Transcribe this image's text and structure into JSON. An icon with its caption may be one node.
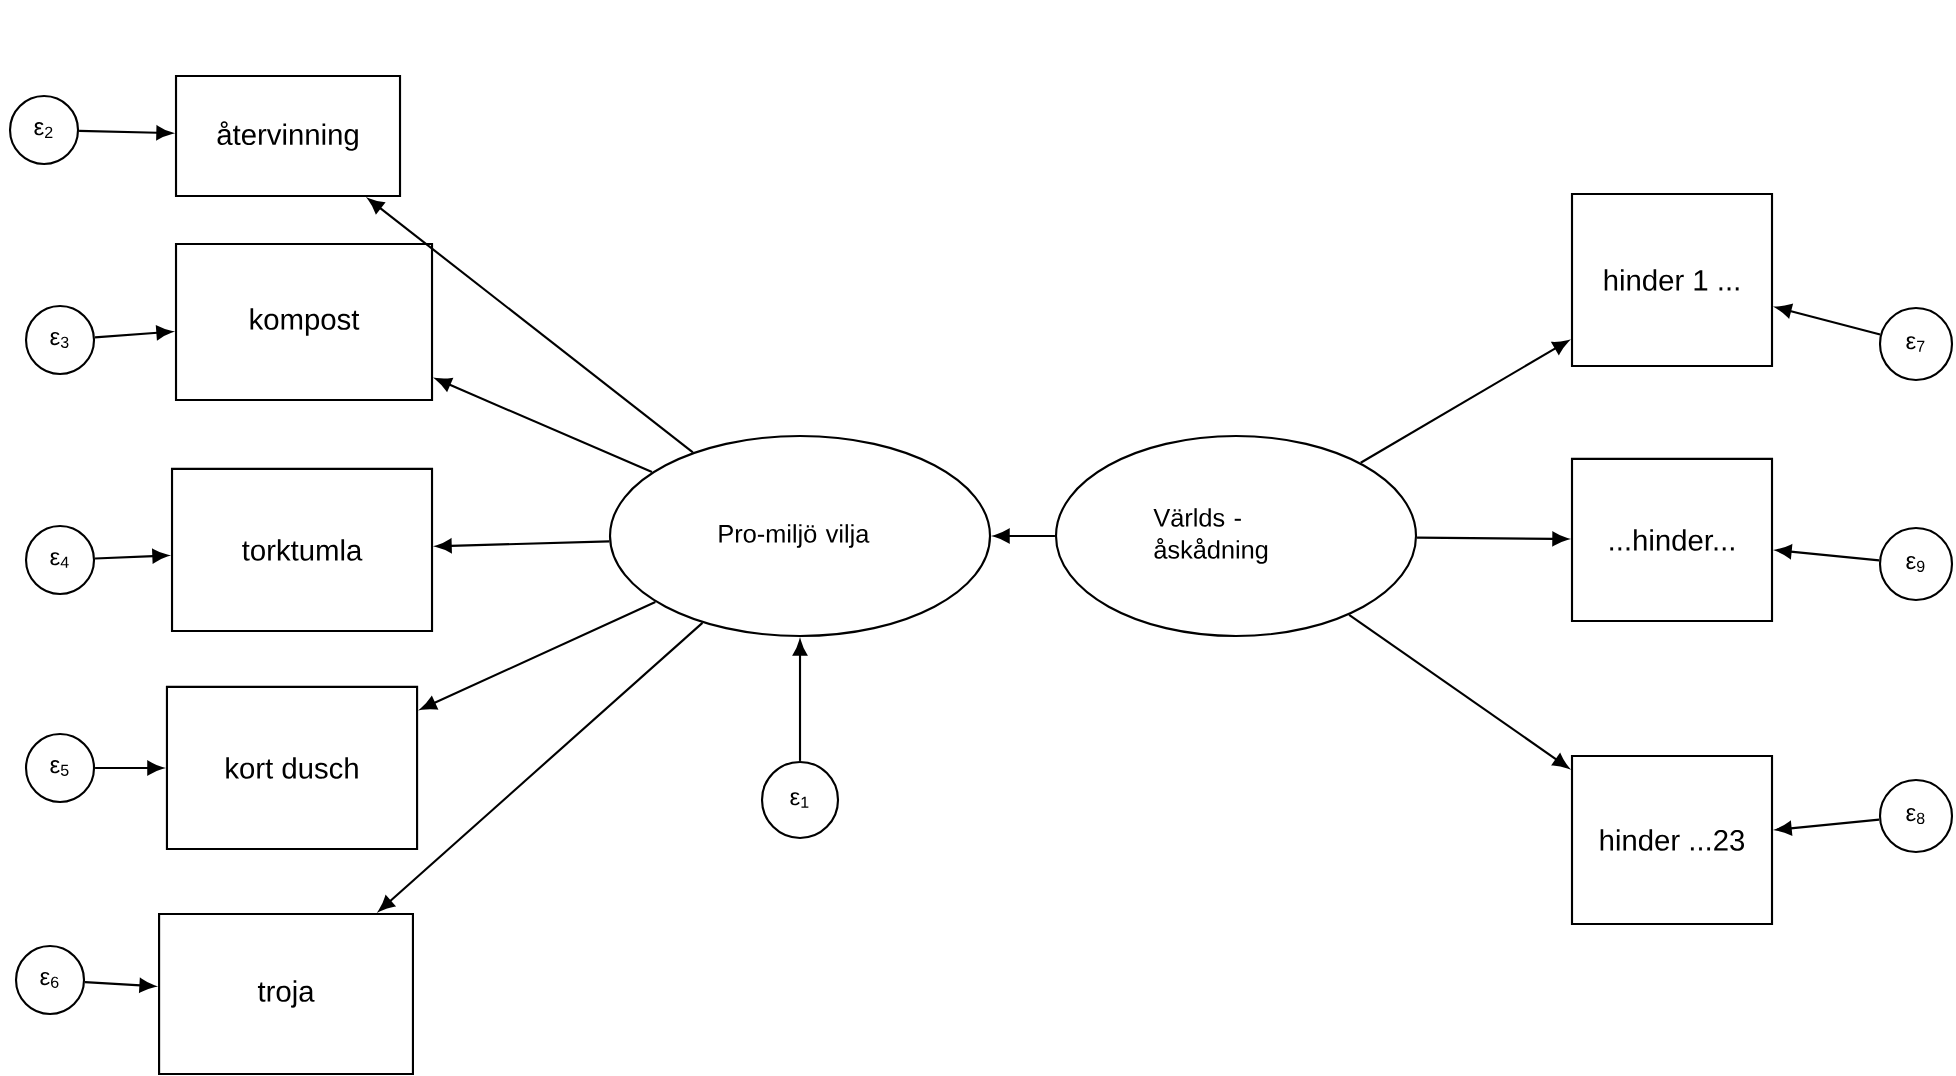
{
  "diagram": {
    "nodes": [
      {
        "text": [
          "ε$_{2}$"
        ]
      },
      {
        "text": [
          "återvinning"
        ]
      },
      {
        "text": [
          "ε$_{3}$"
        ]
      },
      {
        "text": [
          "kompost"
        ]
      },
      {
        "text": [
          "ε$_{4}$"
        ]
      },
      {
        "text": [
          "torktumla"
        ]
      },
      {
        "text": [
          "ε$_{5}$"
        ]
      },
      {
        "text": [
          "kort dusch"
        ]
      },
      {
        "text": [
          "ε$_{6}$"
        ]
      },
      {
        "text": [
          "troja"
        ]
      },
      {
        "text": [
          "Pro-miljö vilja"
        ]
      },
      {
        "text": [
          "Världs -åskådning"
        ]
      },
      {
        "text": [
          "ε$_{1}$"
        ]
      },
      {
        "text": [
          "hinder 1 ..."
        ]
      },
      {
        "text": [
          "ε$_{7}$"
        ]
      },
      {
        "text": [
          "...hinder..."
        ]
      },
      {
        "text": [
          "ε$_{9}$"
        ]
      },
      {
        "text": [
          "hinder ...23"
        ]
      },
      {
        "text": [
          "ε$_{8}$"
        ]
      }
    ],
    "edges": [
      {
        "from": 0,
        "to": 1,
        "arrow": "to"
      },
      {
        "from": 2,
        "to": 3,
        "arrow": "to"
      },
      {
        "from": 4,
        "to": 5,
        "arrow": "to"
      },
      {
        "from": 6,
        "to": 7,
        "arrow": "to"
      },
      {
        "from": 8,
        "to": 9,
        "arrow": "to"
      },
      {
        "from": 10,
        "to": 1,
        "arrow": "to"
      },
      {
        "from": 10,
        "to": 3,
        "arrow": "to"
      },
      {
        "from": 10,
        "to": 5,
        "arrow": "to"
      },
      {
        "from": 10,
        "to": 7,
        "arrow": "to"
      },
      {
        "from": 10,
        "to": 9,
        "arrow": "to"
      },
      {
        "from": 11,
        "to": 10,
        "arrow": "to"
      },
      {
        "from": 12,
        "to": 10,
        "arrow": "to"
      },
      {
        "from": 11,
        "to": 13,
        "arrow": "to"
      },
      {
        "from": 11,
        "to": 15,
        "arrow": "to"
      },
      {
        "from": 11,
        "to": 17,
        "arrow": "to"
      },
      {
        "from": 14,
        "to": 13,
        "arrow": "to"
      },
      {
        "from": 16,
        "to": 15,
        "arrow": "to"
      },
      {
        "from": 18,
        "to": 17,
        "arrow": "to"
      }
    ]
  }
}
